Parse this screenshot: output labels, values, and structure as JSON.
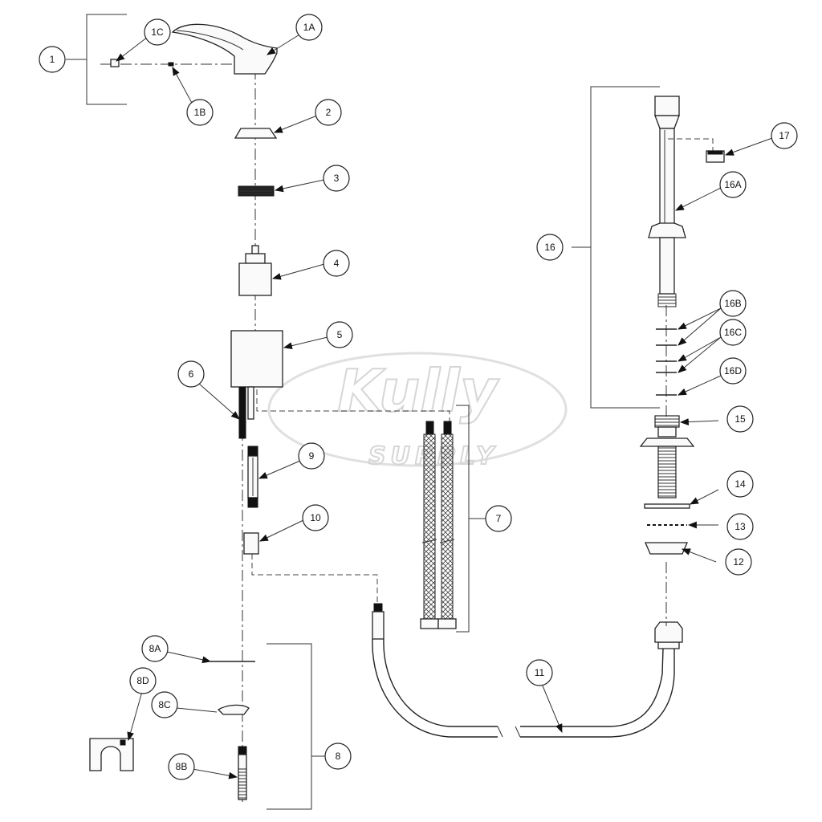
{
  "watermark": {
    "line1": "Kully",
    "line2": "SUPPLY"
  },
  "callouts": [
    "1",
    "1A",
    "1B",
    "1C",
    "2",
    "3",
    "4",
    "5",
    "6",
    "7",
    "8",
    "8A",
    "8B",
    "8C",
    "8D",
    "9",
    "10",
    "11",
    "12",
    "13",
    "14",
    "15",
    "16",
    "16A",
    "16B",
    "16C",
    "16D",
    "17"
  ],
  "labels": {
    "c1": "1",
    "c1A": "1A",
    "c1B": "1B",
    "c1C": "1C",
    "c2": "2",
    "c3": "3",
    "c4": "4",
    "c5": "5",
    "c6": "6",
    "c7": "7",
    "c8": "8",
    "c8A": "8A",
    "c8B": "8B",
    "c8C": "8C",
    "c8D": "8D",
    "c9": "9",
    "c10": "10",
    "c11": "11",
    "c12": "12",
    "c13": "13",
    "c14": "14",
    "c15": "15",
    "c16": "16",
    "c16A": "16A",
    "c16B": "16B",
    "c16C": "16C",
    "c16D": "16D",
    "c17": "17"
  }
}
